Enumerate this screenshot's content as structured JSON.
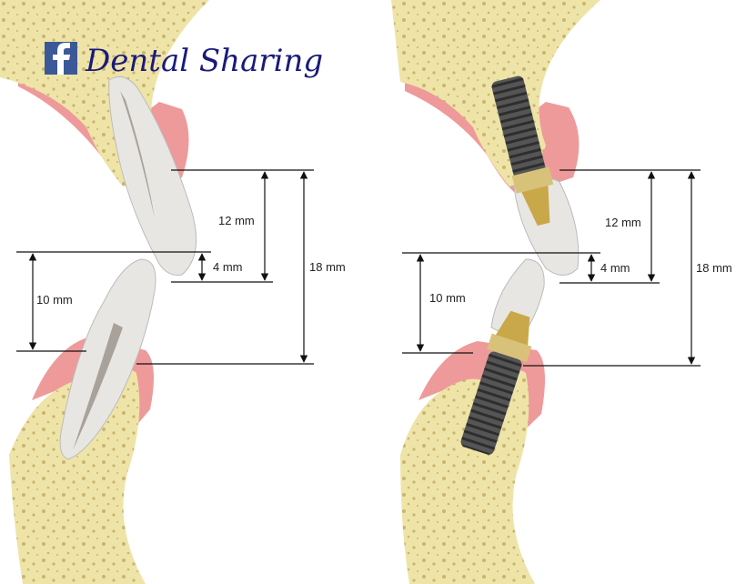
{
  "logo": {
    "icon": "facebook-icon",
    "text": "Dental Sharing",
    "color": "#1a1a7a",
    "badge_color": "#3b5998"
  },
  "colors": {
    "bone": "#efe4a8",
    "bone_pores": "#c9b56e",
    "gum": "#ee9a9a",
    "tooth": "#e8e6e2",
    "implant": "#4a4a4a",
    "abutment": "#d8c27a"
  },
  "left_panel": {
    "title": "natural teeth",
    "measurements": {
      "a": "12 mm",
      "b": "4 mm",
      "c": "18 mm",
      "d": "10 mm"
    }
  },
  "right_panel": {
    "title": "implants",
    "measurements": {
      "a": "12 mm",
      "b": "4 mm",
      "c": "18 mm",
      "d": "10 mm"
    }
  }
}
